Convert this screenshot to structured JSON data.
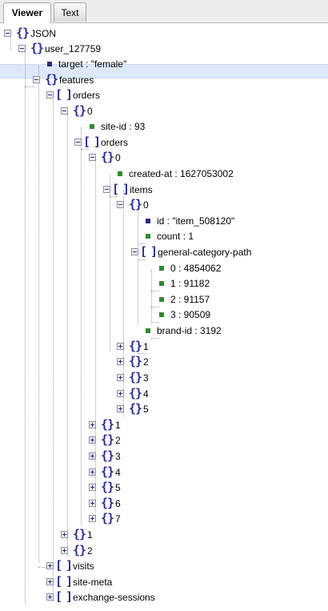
{
  "tabs": {
    "viewer": "Viewer",
    "text": "Text"
  },
  "tree": {
    "root": "JSON",
    "user": "user_127759",
    "target": "target : \"female\"",
    "features": "features",
    "orders": "orders",
    "o0": "0",
    "site_id": "site-id : 93",
    "orders_inner": "orders",
    "oo0": "0",
    "created_at": "created-at : 1627053002",
    "items": "items",
    "it0": "0",
    "item_id": "id : \"item_508120\"",
    "count": "count : 1",
    "gcp": "general-category-path",
    "gcp0": "0 : 4854062",
    "gcp1": "1 : 91182",
    "gcp2": "2 : 91157",
    "gcp3": "3 : 90509",
    "brand_id": "brand-id : 3192",
    "it1": "1",
    "it2": "2",
    "it3": "3",
    "it4": "4",
    "it5": "5",
    "oo1": "1",
    "oo2": "2",
    "oo3": "3",
    "oo4": "4",
    "oo5": "5",
    "oo6": "6",
    "oo7": "7",
    "o1": "1",
    "o2": "2",
    "visits": "visits",
    "site_meta": "site-meta",
    "exchange_sessions": "exchange-sessions"
  },
  "icons": {
    "object": "{}",
    "array": "[]"
  },
  "colors": {
    "selection": "#dde9f8",
    "string_bullet": "#2b2d7a",
    "number_bullet": "#2e8b2e",
    "bracket": "#2b2d91"
  }
}
